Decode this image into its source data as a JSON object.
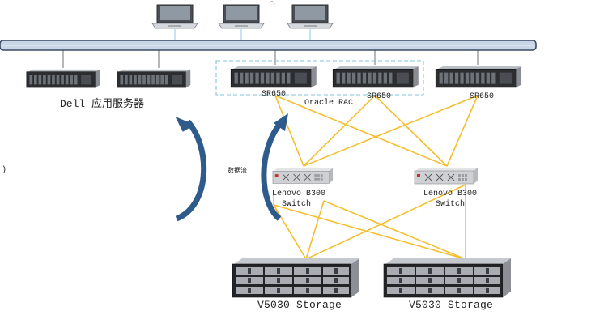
{
  "labels": {
    "dell_servers": "Dell 应用服务器",
    "sr650_1": "SR650",
    "sr650_2": "SR650",
    "sr650_3": "SR650",
    "oracle_rac": "Oracle RAC",
    "data_flow": "数据流",
    "switch_1_line1": "Lenovo B300",
    "switch_1_line2": "Switch",
    "switch_2_line1": "Lenovo B300",
    "switch_2_line2": "Switch",
    "storage_1": "V5030 Storage",
    "storage_2": "V5030 Storage",
    "left_mark": ")"
  },
  "colors": {
    "bus_fill": "#c9d6e6",
    "bus_stroke": "#3a4a63",
    "fc_link": "#f5be2c",
    "arrow": "#2e5a8c",
    "rac_box": "#7fc6dc",
    "lan_link": "#9fd3ea"
  },
  "icons": {
    "laptop": "laptop-icon",
    "rack_server": "rack-server-icon",
    "fc_switch": "fc-switch-icon",
    "storage_array": "storage-array-icon"
  }
}
